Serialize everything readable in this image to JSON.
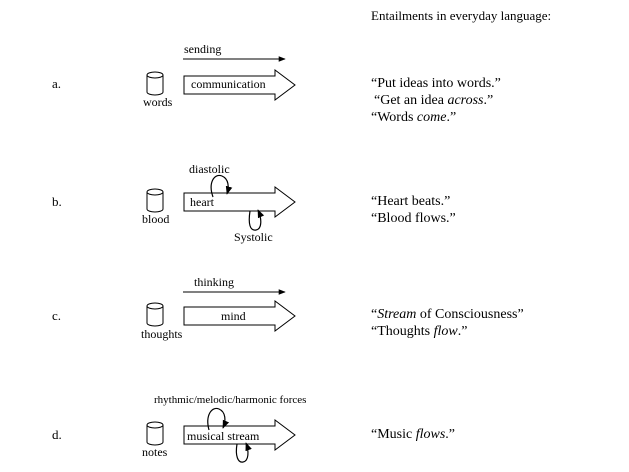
{
  "header": "Entailments in everyday language:",
  "rows": [
    {
      "letter": "a.",
      "container_label": "words",
      "arrow_label": "communication",
      "above_label": "sending",
      "quotes": [
        {
          "pre": "“Put ideas into words.”",
          "em": "",
          "post": ""
        },
        {
          "pre": "“Get an idea ",
          "em": "across",
          "post": ".”"
        },
        {
          "pre": "“Words ",
          "em": "come",
          "post": ".”"
        }
      ]
    },
    {
      "letter": "b.",
      "container_label": "blood",
      "arrow_label": "heart",
      "above_label": "diastolic",
      "below_label": "Systolic",
      "quotes": [
        {
          "pre": "“Heart beats.”",
          "em": "",
          "post": ""
        },
        {
          "pre": "“Blood flows.”",
          "em": "",
          "post": ""
        }
      ]
    },
    {
      "letter": "c.",
      "container_label": "thoughts",
      "arrow_label": "mind",
      "above_label": "thinking",
      "quotes": [
        {
          "pre": "“",
          "em": "Stream",
          "post": " of Consciousness”"
        },
        {
          "pre": "“Thoughts ",
          "em": "flow",
          "post": ".”"
        }
      ]
    },
    {
      "letter": "d.",
      "container_label": "notes",
      "arrow_label": "musical stream",
      "above_label": "rhythmic/melodic/harmonic forces",
      "quotes": [
        {
          "pre": "“Music ",
          "em": "flows",
          "post": ".”"
        }
      ]
    }
  ]
}
